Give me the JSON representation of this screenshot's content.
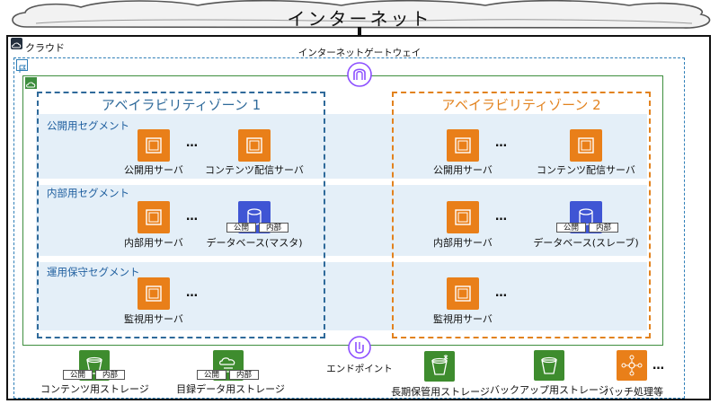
{
  "internet": {
    "label": "インターネット"
  },
  "cloud": {
    "label": "クラウド"
  },
  "gateway": {
    "label": "インターネットゲートウェイ"
  },
  "endpoint": {
    "label": "エンドポイント"
  },
  "zones": [
    {
      "title": "アベイラビリティゾーン 1",
      "color": "#2f6a9a"
    },
    {
      "title": "アベイラビリティゾーン 2",
      "color": "#e2821e"
    }
  ],
  "segments": [
    "公開用セグメント",
    "内部用セグメント",
    "運用保守セグメント"
  ],
  "servers": {
    "public": "公開用サーバ",
    "content": "コンテンツ配信サーバ",
    "internal": "内部用サーバ",
    "db_master": "データベース(マスタ)",
    "db_slave": "データベース(スレーブ)",
    "monitor": "監視用サーバ"
  },
  "tags": {
    "public": "公開",
    "internal": "内部"
  },
  "storage": {
    "content": "コンテンツ用ストレージ",
    "catalog": "目録データ用ストレージ",
    "archive": "長期保管用ストレージ",
    "backup": "バックアップ用ストレージ",
    "batch": "バッチ処理等"
  },
  "ellipsis": "…",
  "colors": {
    "compute": "#e97f19",
    "database": "#3f55d4",
    "storage": "#3e8c2e",
    "gateway": "#8c4fff"
  }
}
